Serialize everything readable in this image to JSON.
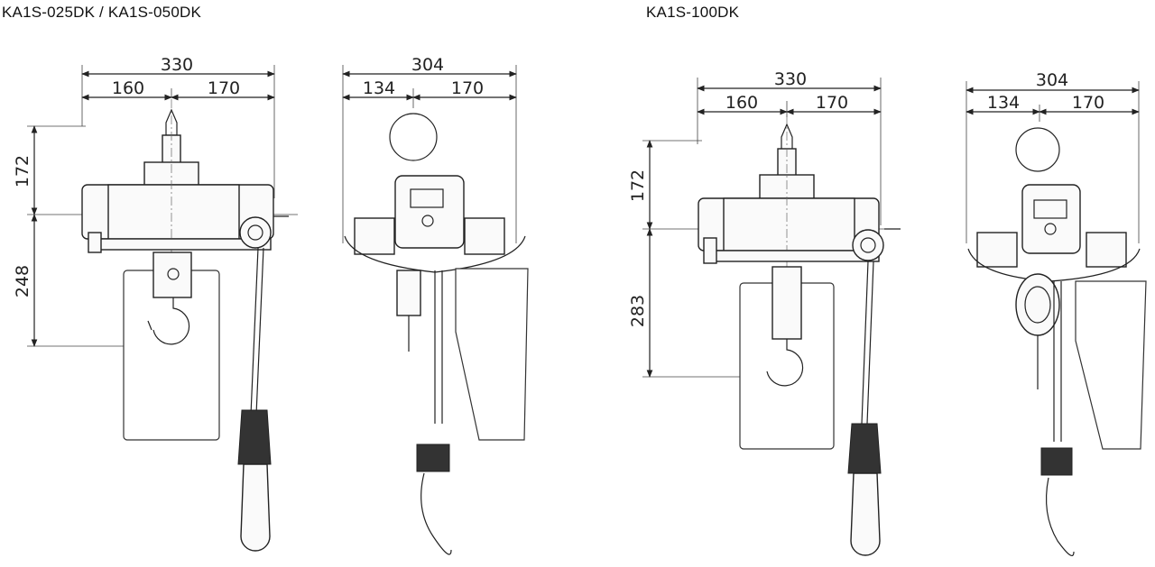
{
  "titles": {
    "left": "KA1S-025DK / KA1S-050DK",
    "right": "KA1S-100DK"
  },
  "drawings": {
    "small_front": {
      "overall_width": "330",
      "left_width": "160",
      "right_width": "170",
      "upper_height": "172",
      "lower_height": "248"
    },
    "small_side": {
      "overall_width": "304",
      "left_width": "134",
      "right_width": "170"
    },
    "large_front": {
      "overall_width": "330",
      "left_width": "160",
      "right_width": "170",
      "upper_height": "172",
      "lower_height": "283"
    },
    "large_side": {
      "overall_width": "304",
      "left_width": "134",
      "right_width": "170"
    }
  }
}
